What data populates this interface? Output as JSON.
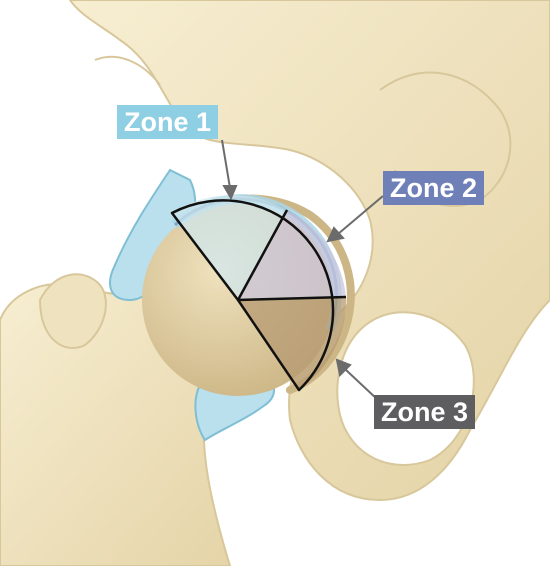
{
  "labels": {
    "zone1": "Zone 1",
    "zone2": "Zone 2",
    "zone3": "Zone 3"
  },
  "colors": {
    "bone": "#f3e7c6",
    "bone_shadow": "#dcc99a",
    "cartilage": "#a9d6e6",
    "zone1": "#8fcfe3",
    "zone2": "#6f80b8",
    "zone3": "#5e5e60",
    "outline": "#111111"
  }
}
